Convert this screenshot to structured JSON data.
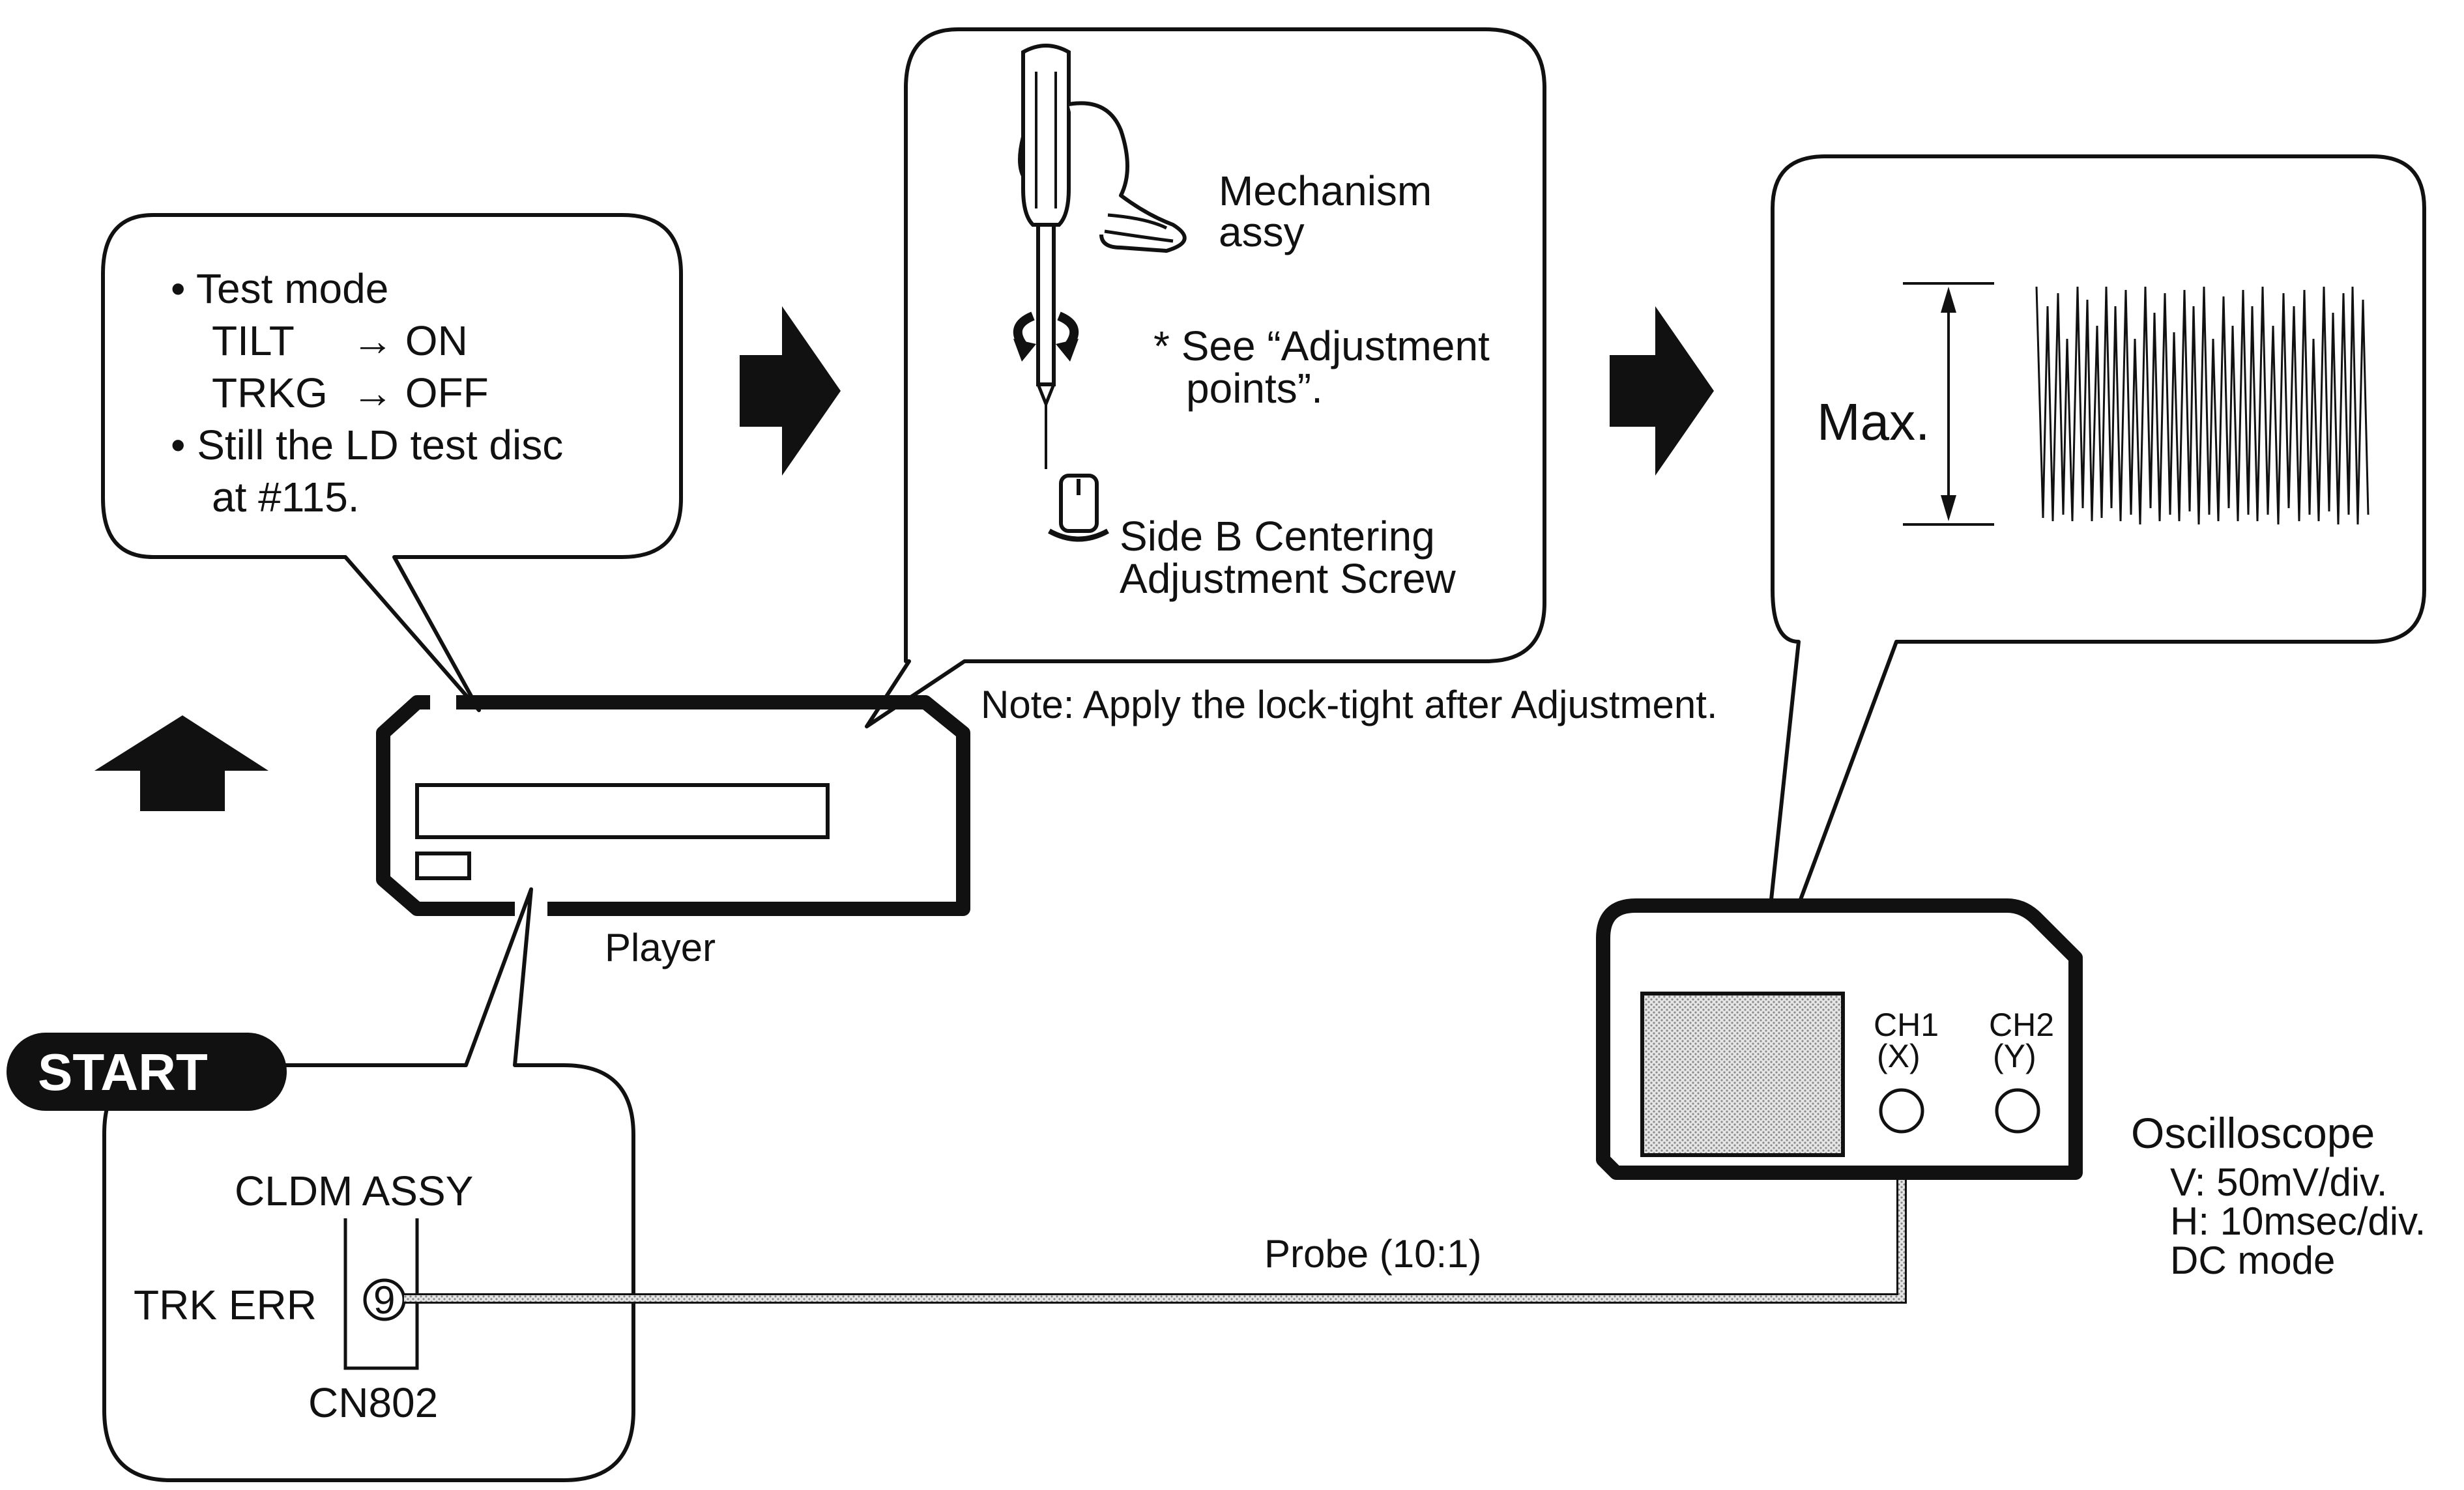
{
  "test_box": {
    "line1": "• Test mode",
    "tilt_label": "TILT",
    "tilt_value": "→ ON",
    "trkg_label": "TRKG",
    "trkg_value": "→ OFF",
    "line4": "• Still the LD test disc",
    "line5": "at #115."
  },
  "adjust_box": {
    "mechanism_line1": "Mechanism",
    "mechanism_line2": "assy",
    "see_line1": "* See “Adjustment",
    "see_line2": "points”.",
    "screw_line1": "Side B Centering",
    "screw_line2": "Adjustment Screw"
  },
  "note": "Note: Apply the lock-tight after Adjustment.",
  "scope_box": {
    "max_label": "Max."
  },
  "player_label": "Player",
  "start_label": "START",
  "connector_box": {
    "assy": "CLDM ASSY",
    "signal": "TRK ERR",
    "pin": "9",
    "connector": "CN802"
  },
  "probe_label": "Probe (10:1)",
  "oscilloscope": {
    "ch1_line1": "CH1",
    "ch1_line2": "(X)",
    "ch2_line1": "CH2",
    "ch2_line2": "(Y)",
    "title": "Oscilloscope",
    "setting_v": "V: 50mV/div.",
    "setting_h": "H: 10msec/div.",
    "setting_mode": "DC mode"
  },
  "colors": {
    "ink": "#111111",
    "paper": "#ffffff",
    "screen": "#cfcfcf"
  }
}
